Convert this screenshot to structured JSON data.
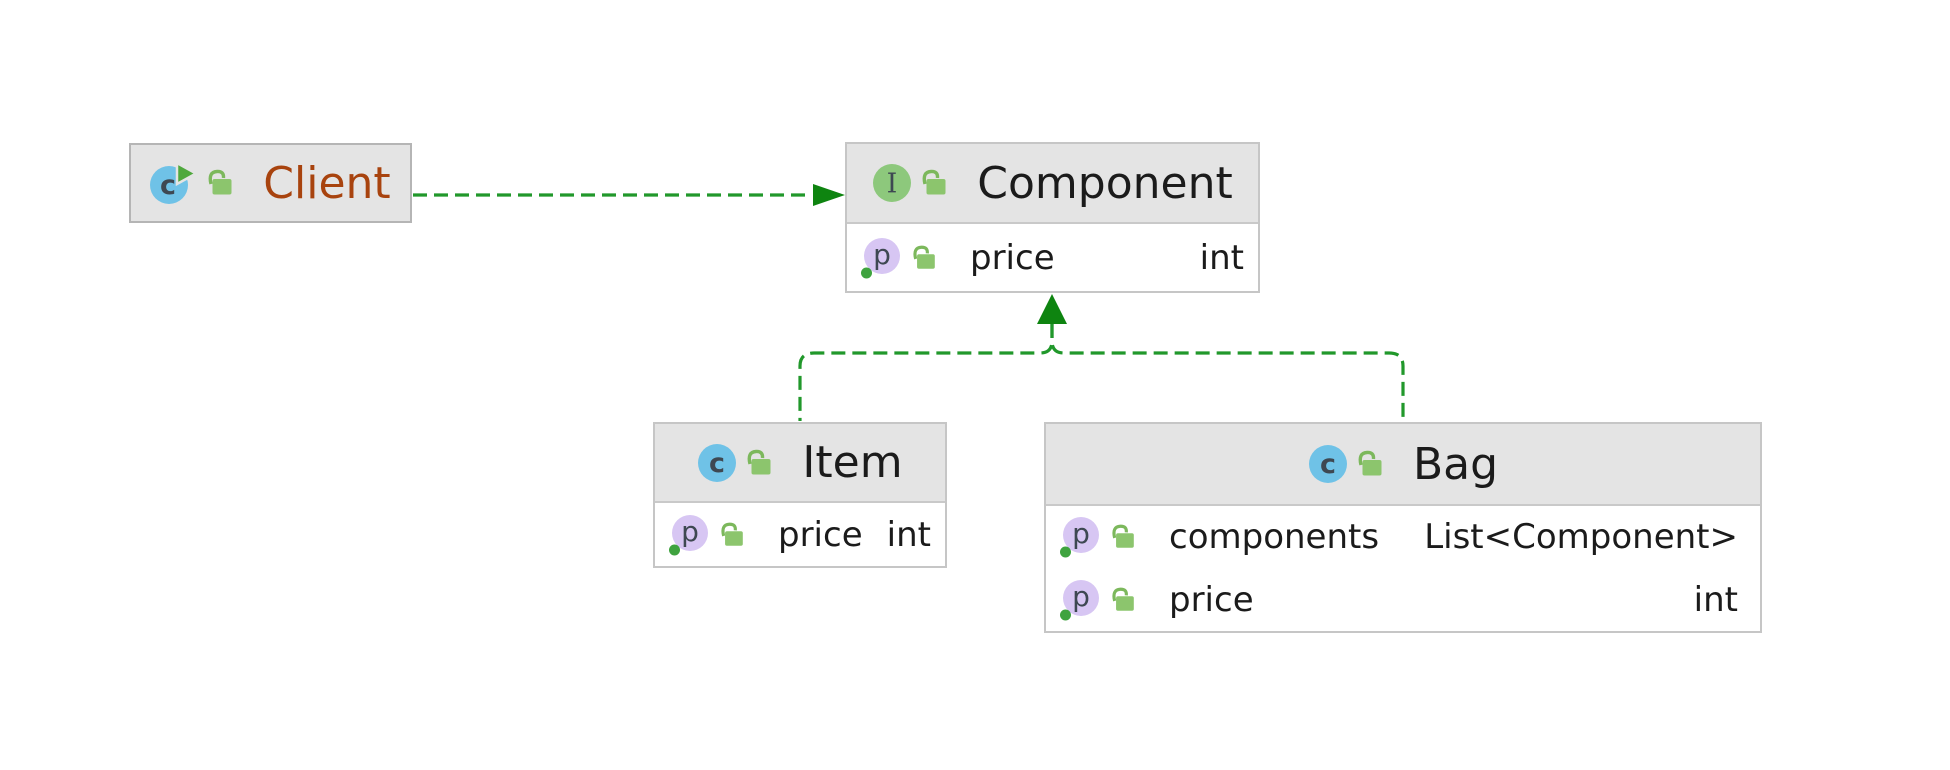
{
  "diagram": {
    "kind": "uml-class-diagram",
    "nodes": {
      "client": {
        "name": "Client",
        "stereotype": "class",
        "icon_letter": "c",
        "has_run_overlay": true,
        "visibility": "public",
        "properties": []
      },
      "component": {
        "name": "Component",
        "stereotype": "interface",
        "icon_letter": "I",
        "visibility": "public",
        "properties": [
          {
            "icon_letter": "p",
            "name": "price",
            "type": "int",
            "visibility": "public"
          }
        ]
      },
      "item": {
        "name": "Item",
        "stereotype": "class",
        "icon_letter": "c",
        "visibility": "public",
        "properties": [
          {
            "icon_letter": "p",
            "name": "price",
            "type": "int",
            "visibility": "public"
          }
        ]
      },
      "bag": {
        "name": "Bag",
        "stereotype": "class",
        "icon_letter": "c",
        "visibility": "public",
        "properties": [
          {
            "icon_letter": "p",
            "name": "components",
            "type": "List<Component>",
            "visibility": "public"
          },
          {
            "icon_letter": "p",
            "name": "price",
            "type": "int",
            "visibility": "public"
          }
        ]
      }
    },
    "edges": [
      {
        "from": "Client",
        "to": "Component",
        "type": "dependency",
        "line": "dashed",
        "arrow": "filled-triangle"
      },
      {
        "from": "Item",
        "to": "Component",
        "type": "realization",
        "line": "dashed",
        "arrow": "filled-triangle"
      },
      {
        "from": "Bag",
        "to": "Component",
        "type": "realization",
        "line": "dashed",
        "arrow": "filled-triangle"
      }
    ]
  },
  "colors": {
    "canvas-bg": "#ffffff",
    "header-bg": "#e4e4e4",
    "body-bg": "#ffffff",
    "node-border": "#c6c6c6",
    "client-border": "#b5b5b5",
    "divider": "#c9c9c9",
    "title-color": "#1b1b1b",
    "client-title-color": "#a8430e",
    "row-text": "#1b1b1b",
    "class-icon-bg": "#6fc2e7",
    "interface-icon-bg": "#8dc87c",
    "property-icon-bg": "#d7c6f3",
    "icon-letter": "#3e4852",
    "lock-green": "#8cc56d",
    "lock-shackle": "#7cb85c",
    "run-green": "#4fa83d",
    "dot-green": "#3fa33f",
    "edge-stroke": "#21982b",
    "edge-fill": "#0e8410"
  }
}
